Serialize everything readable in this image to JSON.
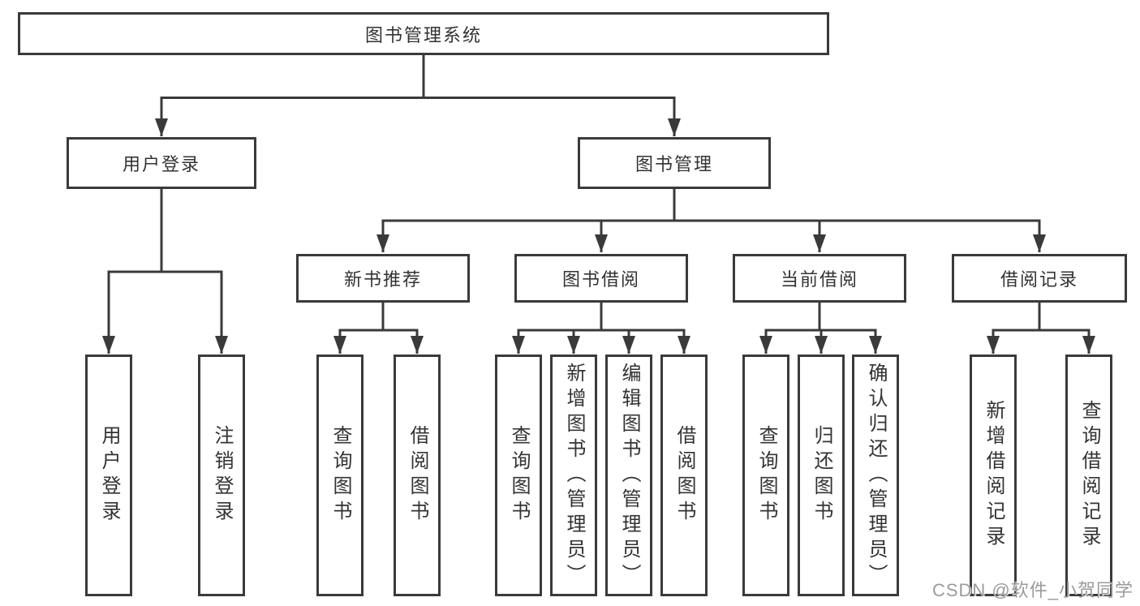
{
  "tree": {
    "label": "图书管理系统",
    "children": [
      {
        "label": "用户登录",
        "children": [
          {
            "label": "用户登录"
          },
          {
            "label": "注销登录"
          }
        ]
      },
      {
        "label": "图书管理",
        "children": [
          {
            "label": "新书推荐",
            "children": [
              {
                "label": "查询图书"
              },
              {
                "label": "借阅图书"
              }
            ]
          },
          {
            "label": "图书借阅",
            "children": [
              {
                "label": "查询图书"
              },
              {
                "label": "新增图书（管理员）"
              },
              {
                "label": "编辑图书（管理员）"
              },
              {
                "label": "借阅图书"
              }
            ]
          },
          {
            "label": "当前借阅",
            "children": [
              {
                "label": "查询图书"
              },
              {
                "label": "归还图书"
              },
              {
                "label": "确认归还（管理员）"
              }
            ]
          },
          {
            "label": "借阅记录",
            "children": [
              {
                "label": "新增借阅记录"
              },
              {
                "label": "查询借阅记录"
              }
            ]
          }
        ]
      }
    ]
  },
  "watermark": {
    "text": "CSDN @软件_小贺同学"
  },
  "colors": {
    "line": "#3a3a3a",
    "text": "#333333",
    "watermark": "#9b9b9b"
  }
}
